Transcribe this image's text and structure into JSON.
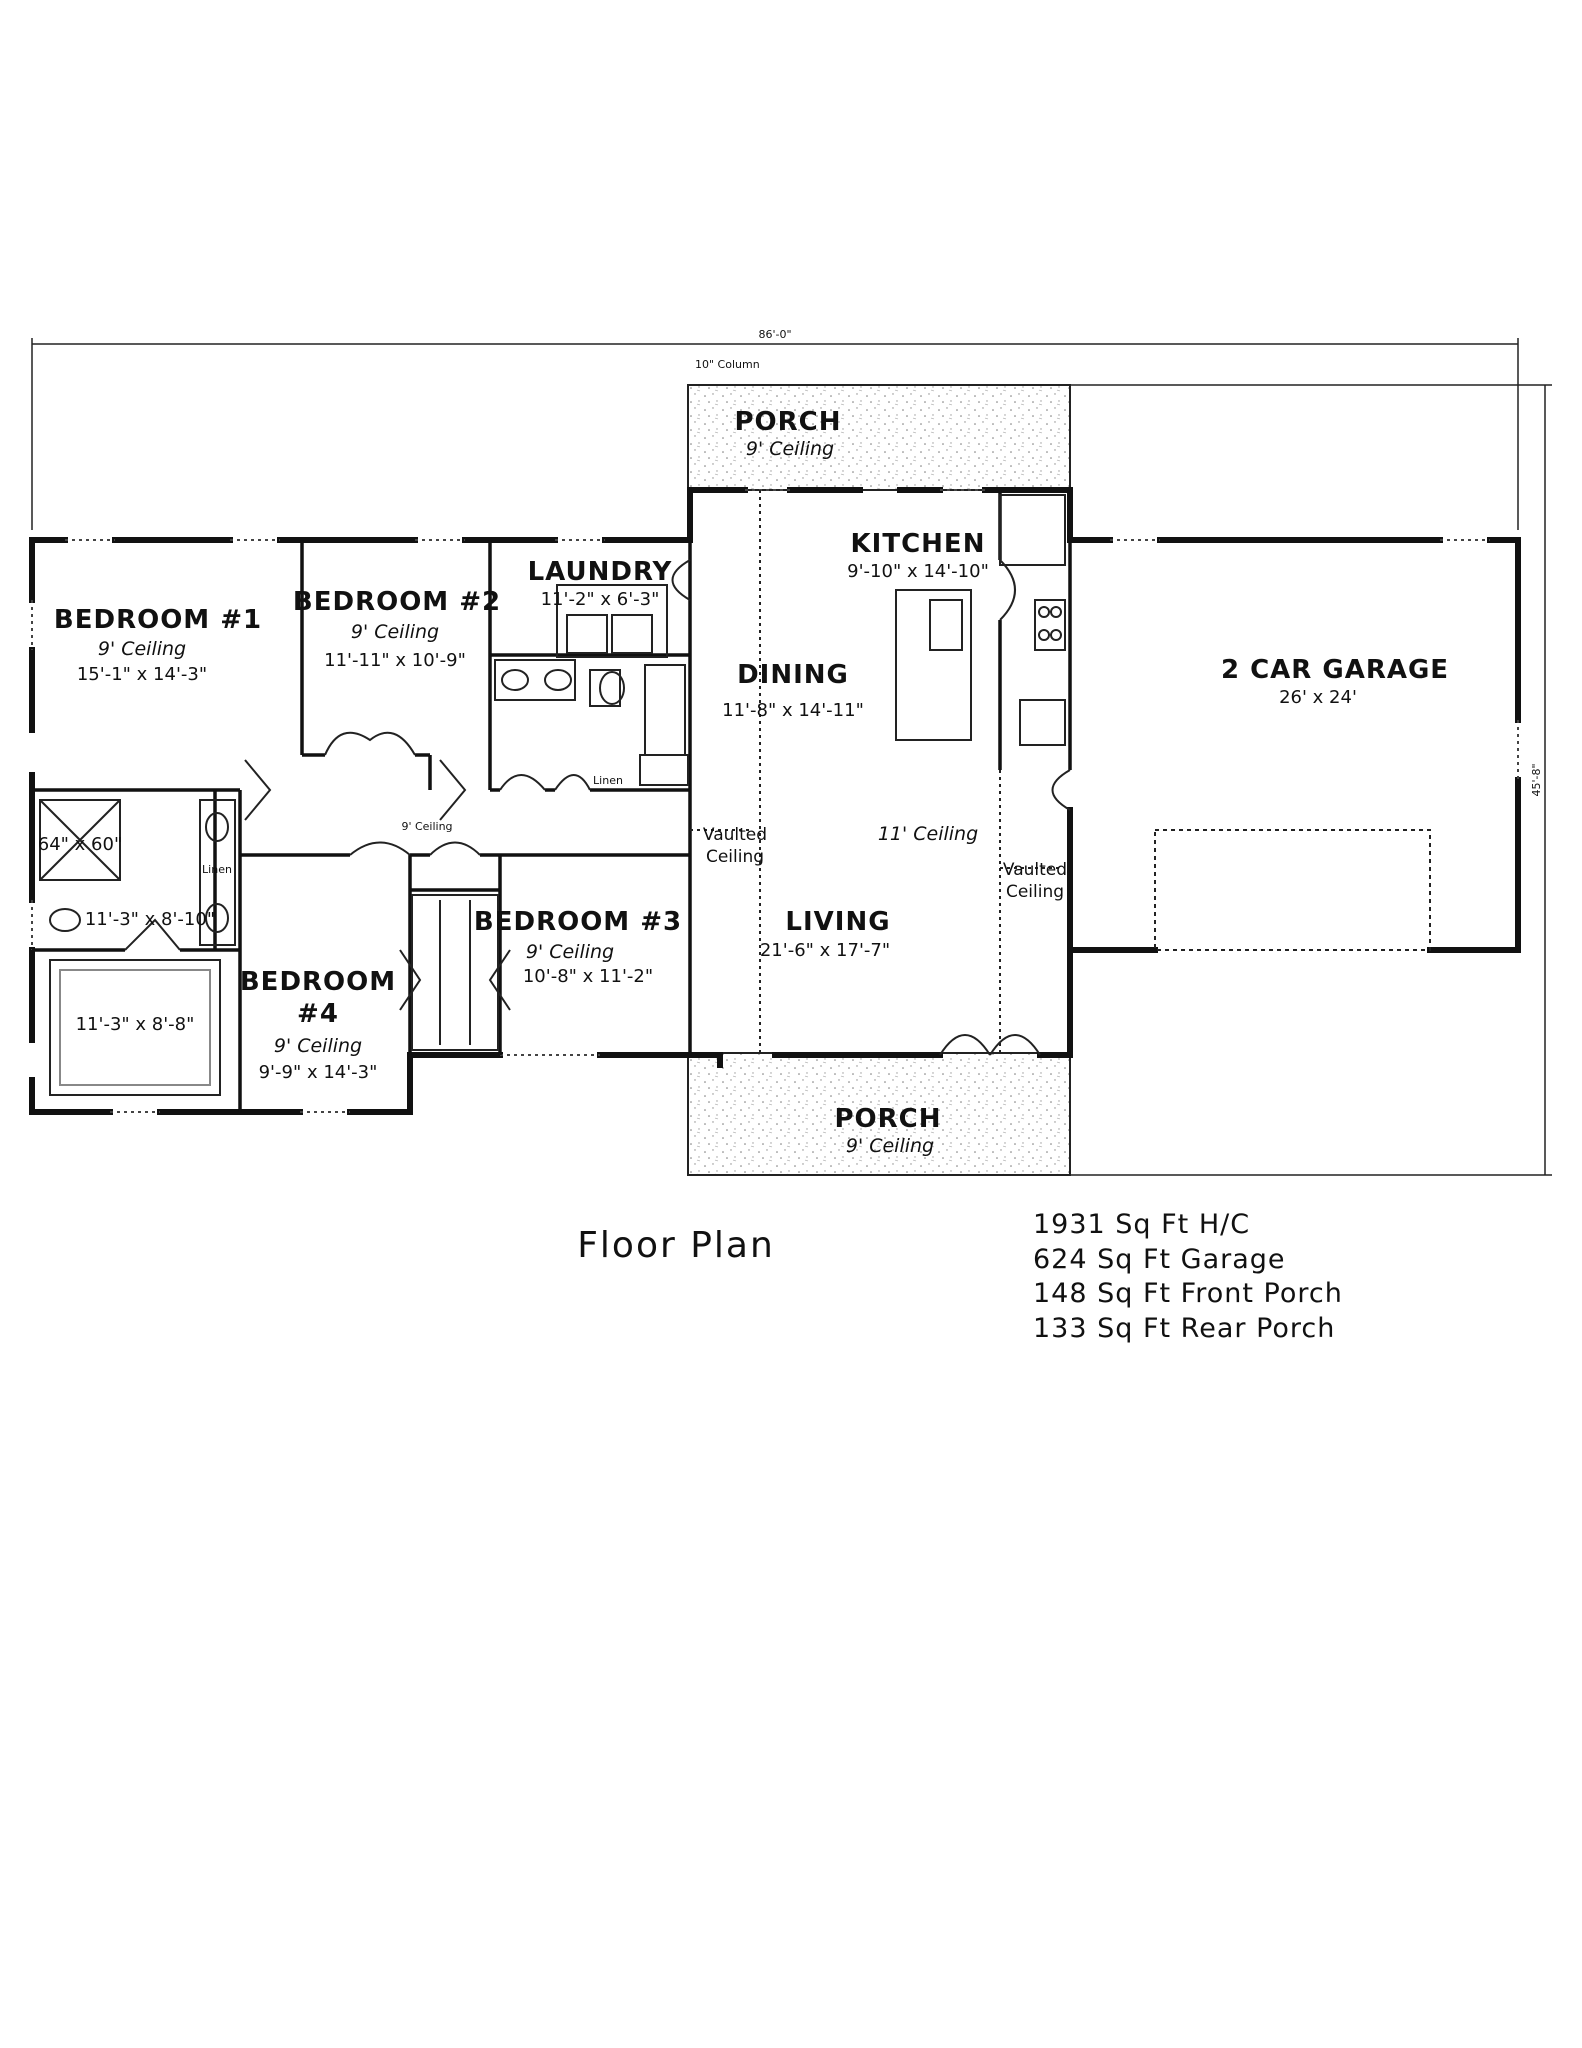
{
  "overall": {
    "width": "86'-0\"",
    "depth": "45'-8\"",
    "column_note": "10\" Column"
  },
  "rooms": {
    "bedroom1": {
      "name": "BEDROOM #1",
      "ceiling": "9' Ceiling",
      "dims": "15'-1\" x 14'-3\""
    },
    "bedroom2": {
      "name": "BEDROOM #2",
      "ceiling": "9' Ceiling",
      "dims": "11'-11\" x 10'-9\""
    },
    "bedroom3": {
      "name": "BEDROOM #3",
      "ceiling": "9' Ceiling",
      "dims": "10'-8\" x 11'-2\""
    },
    "bedroom4": {
      "name": "BEDROOM",
      "name2": "#4",
      "ceiling": "9' Ceiling",
      "dims": "9'-9\" x 14'-3\""
    },
    "laundry": {
      "name": "LAUNDRY",
      "dims": "11'-2\" x 6'-3\""
    },
    "kitchen": {
      "name": "KITCHEN",
      "dims": "9'-10\" x 14'-10\""
    },
    "dining": {
      "name": "DINING",
      "dims": "11'-8\" x 14'-11\""
    },
    "living": {
      "name": "LIVING",
      "dims": "21'-6\" x 17'-7\""
    },
    "garage": {
      "name": "2 CAR GARAGE",
      "dims": "26' x 24'"
    },
    "porch_rear": {
      "name": "PORCH",
      "ceiling": "9' Ceiling"
    },
    "porch_front": {
      "name": "PORCH",
      "ceiling": "9' Ceiling"
    },
    "master_bath": {
      "shower": "64\" x 60\"",
      "bath": "11'-3\" x 8'-10\"",
      "closet": "11'-3\" x 8'-8\""
    }
  },
  "notes": {
    "hall_ceiling": "9' Ceiling",
    "living_ceiling": "11' Ceiling",
    "vaulted_left_1": "Vaulted",
    "vaulted_left_2": "Ceiling",
    "vaulted_right_1": "Vaulted",
    "vaulted_right_2": "Ceiling",
    "linen_1": "Linen",
    "linen_2": "Linen"
  },
  "caption": "Floor Plan",
  "stats": [
    "1931 Sq Ft H/C",
    "624 Sq Ft Garage",
    "148 Sq Ft Front Porch",
    "133 Sq Ft Rear Porch"
  ]
}
